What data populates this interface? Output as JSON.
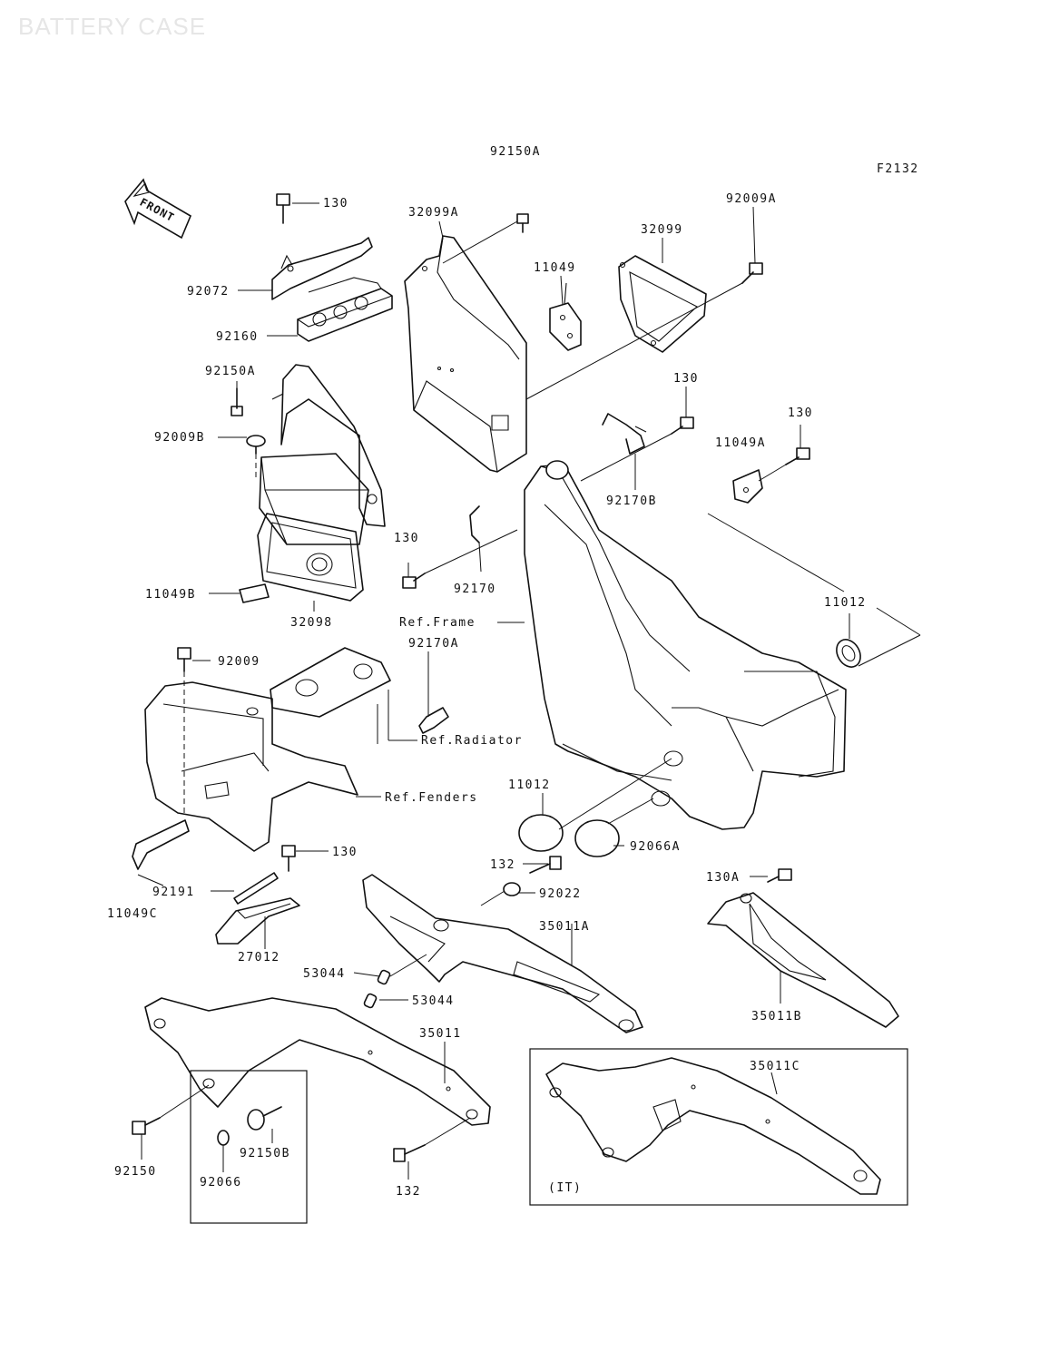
{
  "title": "BATTERY CASE",
  "figure_code": "F2132",
  "front_arrow_label": "FRONT",
  "labels": {
    "l_130_top": "130",
    "l_92072": "92072",
    "l_92160": "92160",
    "l_92150A_top": "92150A",
    "l_32099A": "32099A",
    "l_11049": "11049",
    "l_32099": "32099",
    "l_92009A": "92009A",
    "l_92150A_mid": "92150A",
    "l_92009B": "92009B",
    "l_130_mid": "130",
    "l_130_right": "130",
    "l_11049A": "11049A",
    "l_92170B": "92170B",
    "l_130_left": "130",
    "l_92170": "92170",
    "l_11049B": "11049B",
    "l_32098": "32098",
    "l_ref_frame": "Ref.Frame",
    "l_11012_right": "11012",
    "l_92009": "92009",
    "l_92170A": "92170A",
    "l_ref_radiator": "Ref.Radiator",
    "l_ref_fenders": "Ref.Fenders",
    "l_11012_mid": "11012",
    "l_92066A": "92066A",
    "l_130_lower": "130",
    "l_132_top": "132",
    "l_92022": "92022",
    "l_130A": "130A",
    "l_92191": "92191",
    "l_11049C": "11049C",
    "l_35011A": "35011A",
    "l_27012": "27012",
    "l_53044_a": "53044",
    "l_53044_b": "53044",
    "l_35011B": "35011B",
    "l_35011": "35011",
    "l_35011C": "35011C",
    "l_92150": "92150",
    "l_92150B": "92150B",
    "l_92066": "92066",
    "l_132_bottom": "132",
    "l_IT": "(IT)"
  }
}
